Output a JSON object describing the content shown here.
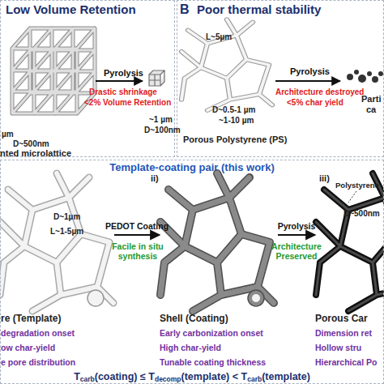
{
  "diagram": {
    "nodes": [
      {
        "text": [
          "Low Volume Retention"
        ]
      },
      {
        "text": [
          "Poor thermal stability"
        ]
      },
      {
        "text": [
          "Template-coating pair (this work)"
        ]
      },
      {
        "text": [
          "re (Template)",
          "degradation onset",
          "ow char-yield",
          "e pore distribution"
        ],
        "in": 2
      },
      {
        "text": [
          "Shell (Coating)",
          "Early carbonization onset",
          "High char-yield",
          "Tunable coating thickness"
        ],
        "in": 2
      },
      {
        "text": [
          "Porous Car",
          "Dimension ret",
          "Hollow stru",
          "Hierarchical Po"
        ],
        "in": 2
      }
    ],
    "edges": [
      {
        "from": 3,
        "to": 4,
        "label": "PEDOT Coating",
        "arrow": "to"
      },
      {
        "from": 4,
        "to": 5,
        "label": "Pyrolysis",
        "arrow": "to"
      }
    ],
    "labels": [
      "µm",
      "D~500nm",
      "nted microlattice",
      "Pyrolysis",
      "Drastic shrinkage",
      "<2% Volume Retention",
      "~1 µm",
      "D~100nm",
      "B",
      "L~5µm",
      "D~0.5-1 µm",
      "~1-10 µm",
      "Porous Polystyrene (PS)",
      "Pyrolysis",
      "Architecture destroyed",
      "<5% char yield",
      "Parti",
      "ca",
      "ii)",
      "D~1µm",
      "L~1-5µm",
      "Facile in situ synthesis",
      "Architecture Preserved",
      "iii)",
      "Polystyrene",
      "D~500nm",
      "T",
      "carb",
      "(coating) ≤ T",
      "decomp",
      "(template) < T",
      "carb",
      "(template)"
    ]
  }
}
